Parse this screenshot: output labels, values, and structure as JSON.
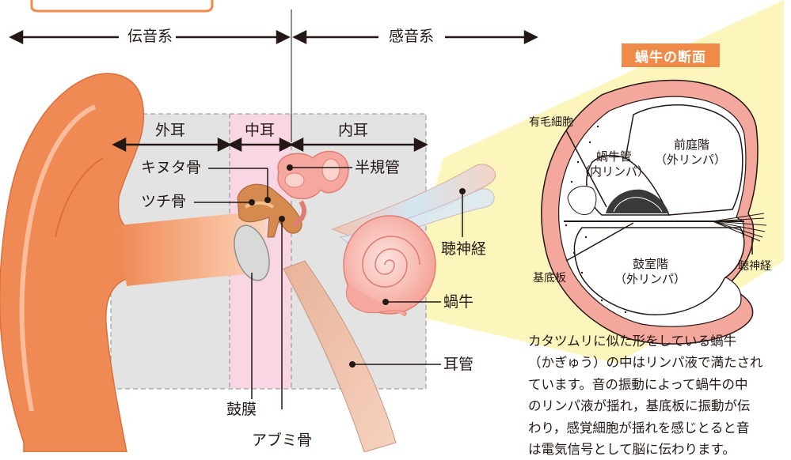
{
  "colors": {
    "skin_dark": "#f08a55",
    "skin_light": "#fcd3b9",
    "middle_ear_band": "#f9d6e3",
    "gray_region": "#e3e3e4",
    "cochlea_pink": "#f6a8a0",
    "nerve_blue": "#cfe3ef",
    "beam_yellow": "#fdf4b0",
    "accent_orange": "#ef8a48"
  },
  "top_labels": {
    "conductive": "伝音系",
    "sensorineural": "感音系"
  },
  "regions": {
    "outer": "外耳",
    "middle": "中耳",
    "inner": "内耳"
  },
  "parts": {
    "incus": "キヌタ骨",
    "malleus": "ツチ骨",
    "semicircular": "半規管",
    "auditory_nerve": "聴神経",
    "cochlea": "蝸牛",
    "ear_canal": "耳管",
    "eardrum": "鼓膜",
    "stapes": "アブミ骨"
  },
  "section": {
    "title": "蝸牛の断面",
    "hair_cell": "有毛細胞",
    "scala_media_1": "蝸牛管",
    "scala_media_2": "（内リンパ）",
    "scala_vestibuli_1": "前庭階",
    "scala_vestibuli_2": "（外リンパ）",
    "scala_tympani_1": "鼓室階",
    "scala_tympani_2": "（外リンパ）",
    "basilar": "基底板",
    "nerve": "聴神経"
  },
  "description": [
    "カタツムリに似た形をしている蝸牛",
    "（かぎゅう）の中はリンパ液で満たされ",
    "ています。音の振動によって蝸牛の中",
    "のリンパ液が揺れ，基底板に振動が伝",
    "わり，感覚細胞が揺れを感じとると音",
    "は電気信号として脳に伝わります。"
  ]
}
